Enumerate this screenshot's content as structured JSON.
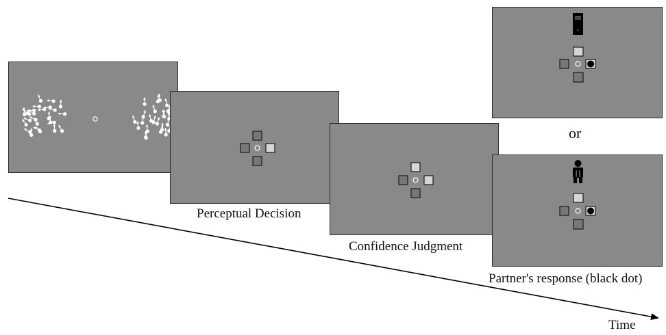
{
  "stages": [
    {
      "id": "stimulus",
      "caption": ""
    },
    {
      "id": "perceptual",
      "caption": "Perceptual Decision"
    },
    {
      "id": "confidence",
      "caption": "Confidence Judgment"
    },
    {
      "id": "partner",
      "caption": "Partner's response (black dot)"
    }
  ],
  "separator": "or",
  "time_label": "Time",
  "partners": [
    "computer-icon",
    "person-icon"
  ],
  "colors": {
    "screen": "#898989",
    "box_dark": "#777777",
    "box_light": "#d6d6d6",
    "dot": "#ffffff",
    "partner_dot": "#000000"
  }
}
